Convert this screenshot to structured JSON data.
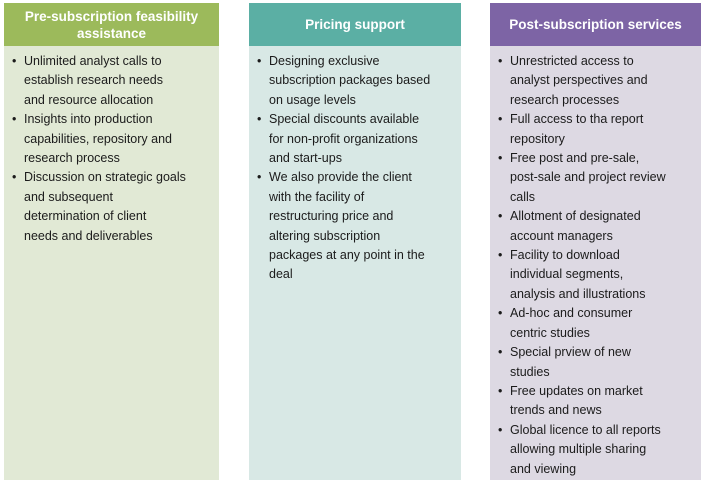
{
  "page": {
    "background": "#ffffff",
    "bullet_glyph": "•"
  },
  "columns": [
    {
      "id": "pre-subscription-feasibility-assistance",
      "title": "Pre-subscription feasibility assistance",
      "header_color": "#9cba5b",
      "body_color": "#e1e9d5",
      "title_text_color": "#ffffff",
      "items": [
        "Unlimited analyst calls to\nestablish research needs\nand resource allocation",
        "Insights into production\ncapabilities, repository and\nresearch process",
        "Discussion on strategic goals\nand subsequent\ndetermination of client\nneeds and deliverables"
      ]
    },
    {
      "id": "pricing-support",
      "title": "Pricing support",
      "header_color": "#5bafa4",
      "body_color": "#d8e8e5",
      "title_text_color": "#ffffff",
      "items": [
        "Designing exclusive\nsubscription packages based\non usage levels",
        "Special discounts available\nfor non-profit organizations\nand start-ups",
        "We also provide the client\nwith the facility of\nrestructuring price and\naltering subscription\npackages at any point in the\ndeal"
      ]
    },
    {
      "id": "post-subscription-services",
      "title": "Post-subscription services",
      "header_color": "#7d64a5",
      "body_color": "#ddd9e3",
      "title_text_color": "#ffffff",
      "items": [
        "Unrestricted access to\nanalyst perspectives and\nresearch processes",
        "Full access to tha report\nrepository",
        "Free post and pre-sale,\npost-sale and project review\ncalls",
        "Allotment of designated\naccount managers",
        "Facility to download\nindividual segments,\nanalysis and illustrations",
        "Ad-hoc and consumer\ncentric studies",
        "Special prview of new\nstudies",
        "Free updates on market\ntrends and news",
        "Global licence to all reports\nallowing multiple sharing\nand viewing"
      ]
    }
  ]
}
